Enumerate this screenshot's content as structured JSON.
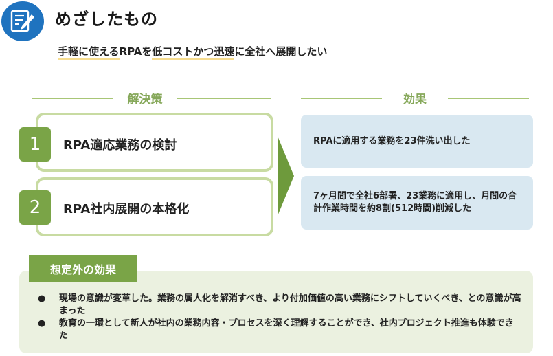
{
  "header": {
    "icon": "edit-document-icon",
    "title": "めざしたもの",
    "subtitle_parts": [
      "手軽に使える",
      "RPAを",
      "低コストかつ迅速",
      "に全社へ展開したい"
    ]
  },
  "solutions": {
    "heading": "解決策",
    "items": [
      {
        "number": "1",
        "label": "RPA適応業務の検討"
      },
      {
        "number": "2",
        "label": "RPA社内展開の本格化"
      }
    ]
  },
  "arrow_icon": "chevron-right-arrow-icon",
  "effects": {
    "heading": "効果",
    "items": [
      {
        "text": "RPAに適用する業務を23件洗い出した"
      },
      {
        "text": "7ヶ月間で全社6部署、23業務に適用し、月間の合計作業時間を約8割(512時間)削減した"
      }
    ]
  },
  "unexpected": {
    "heading": "想定外の効果",
    "bullet": "●",
    "items": [
      "現場の意識が変革した。業務の属人化を解消すべき、より付加価値の高い業務にシフトしていくべき、との意識が高まった",
      "教育の一環として新人が社内の業務内容・プロセスを深く理解することができ、社内プロジェクト推進も体験できた"
    ]
  },
  "colors": {
    "brand_blue": "#1f73bf",
    "accent_green": "#7aa447",
    "card_border": "#c8dba2",
    "effect_bg": "#d9e8f1",
    "unexpected_bg": "#ebf1e0",
    "highlight": "#f6dc8e"
  }
}
